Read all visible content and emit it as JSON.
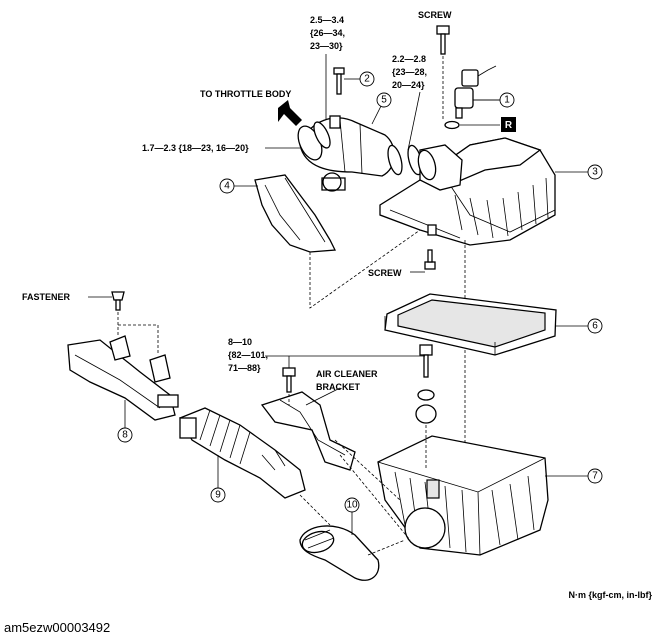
{
  "labels": {
    "screw_top": "SCREW",
    "screw_mid": "SCREW",
    "torque_top_1": "2.5—3.4",
    "torque_top_2": "{26—34,",
    "torque_top_3": "23—30}",
    "torque_mid_1": "2.2—2.8",
    "torque_mid_2": "{23—28,",
    "torque_mid_3": "20—24}",
    "torque_left": "1.7—2.3 {18—23, 16—20}",
    "torque_bottom_1": "8—10",
    "torque_bottom_2": "{82—101,",
    "torque_bottom_3": "71—88}",
    "throttle": "TO THROTTLE BODY",
    "fastener": "FASTENER",
    "bracket_1": "AIR CLEANER",
    "bracket_2": "BRACKET",
    "r_badge": "R",
    "units": "N·m {kgf-cm, in-lbf}"
  },
  "callouts": [
    "1",
    "2",
    "3",
    "4",
    "5",
    "6",
    "7",
    "8",
    "9",
    "10"
  ],
  "figure_id": "am5ezw00003492"
}
